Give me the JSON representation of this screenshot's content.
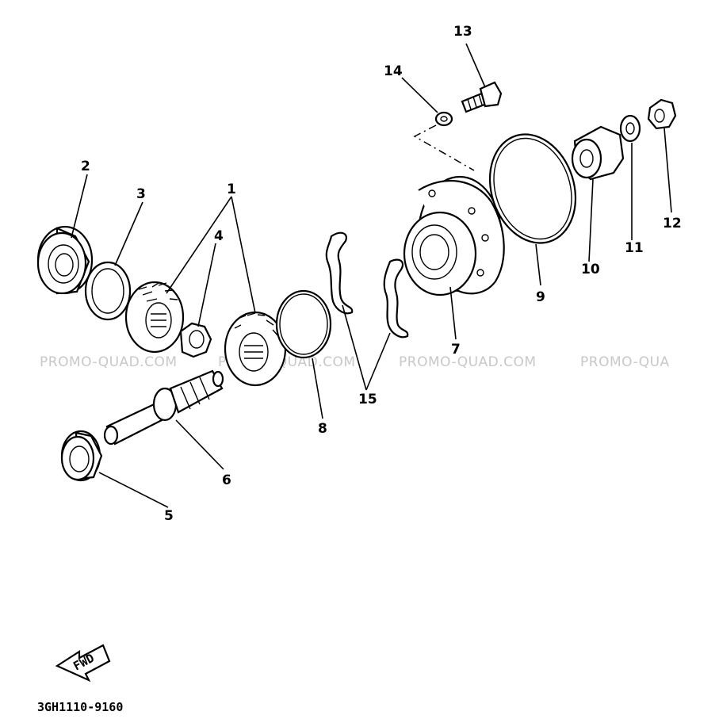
{
  "watermark": {
    "text_1": "PROMO-QUAD.COM",
    "text_2": "PROMO-QUAD.COM",
    "text_3": "PROMO-QUAD.COM",
    "text_4": "PROMO-QUA"
  },
  "callouts": {
    "c1": "1",
    "c2": "2",
    "c3": "3",
    "c4": "4",
    "c5": "5",
    "c6": "6",
    "c7": "7",
    "c8": "8",
    "c9": "9",
    "c10": "10",
    "c11": "11",
    "c12": "12",
    "c13": "13",
    "c14": "14",
    "c15": "15"
  },
  "fwd_badge": "FWD",
  "diagram_code": "3GH1110-9160",
  "colors": {
    "line": "#000000",
    "watermark": "#c8c8c8",
    "background": "#ffffff"
  }
}
